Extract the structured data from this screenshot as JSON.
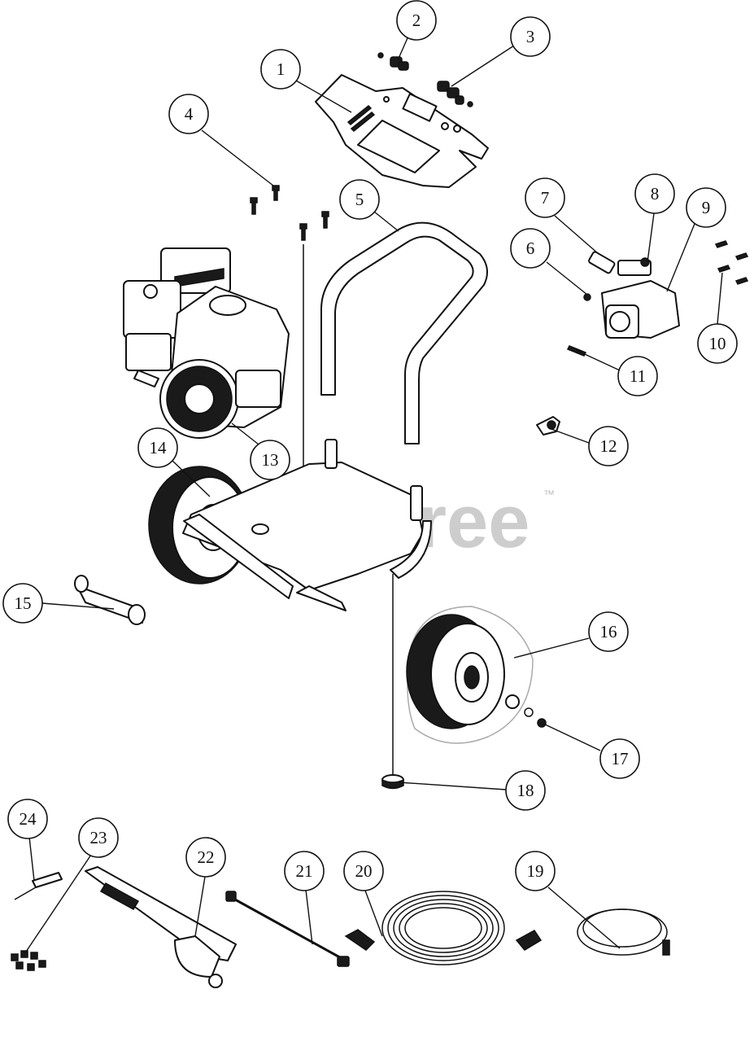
{
  "watermark": {
    "text": "PartsTree",
    "trademark": "™"
  },
  "callouts": [
    "1",
    "2",
    "3",
    "4",
    "5",
    "6",
    "7",
    "8",
    "9",
    "10",
    "11",
    "12",
    "13",
    "14",
    "15",
    "16",
    "17",
    "18",
    "19",
    "20",
    "21",
    "22",
    "23",
    "24"
  ]
}
